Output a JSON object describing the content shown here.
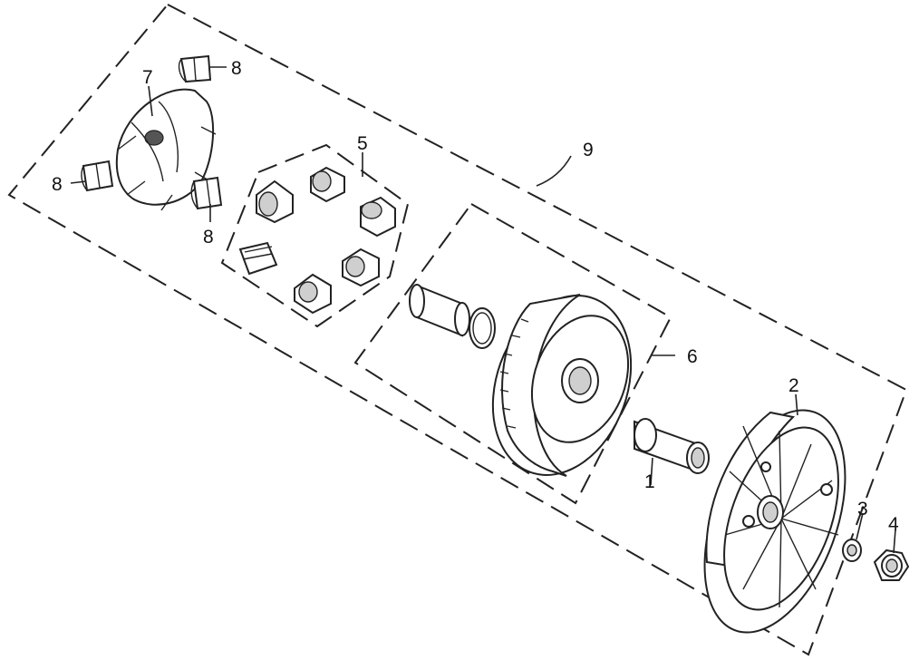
{
  "diagram": {
    "callouts": [
      {
        "id": "p1",
        "label": "1"
      },
      {
        "id": "p2",
        "label": "2"
      },
      {
        "id": "p3",
        "label": "3"
      },
      {
        "id": "p4",
        "label": "4"
      },
      {
        "id": "p5",
        "label": "5"
      },
      {
        "id": "p6",
        "label": "6"
      },
      {
        "id": "p7",
        "label": "7"
      },
      {
        "id": "p8a",
        "label": "8"
      },
      {
        "id": "p8b",
        "label": "8"
      },
      {
        "id": "p8c",
        "label": "8"
      },
      {
        "id": "p9",
        "label": "9"
      }
    ]
  }
}
